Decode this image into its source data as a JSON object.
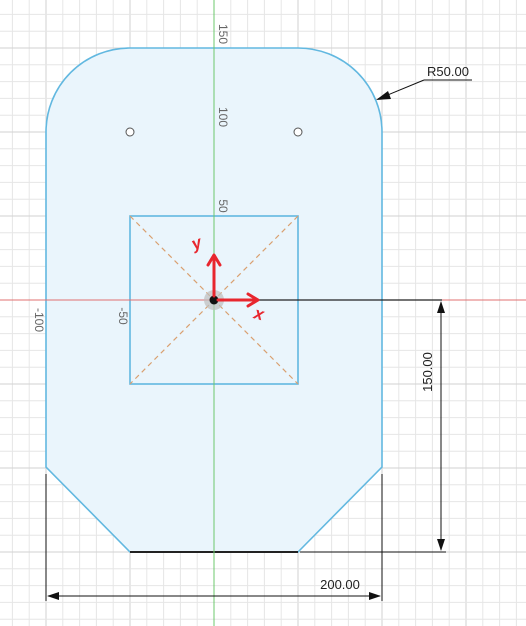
{
  "canvas": {
    "background": "#ffffff",
    "grid_minor_color": "#e6e6e6",
    "grid_major_color": "#d2d2d2"
  },
  "axes": {
    "x_axis_color": "#e07070",
    "y_axis_color": "#6cc86c",
    "tick_labels": {
      "y150": "150",
      "y100": "100",
      "y50": "50",
      "xm50": "-50",
      "xm100": "-100"
    }
  },
  "profile": {
    "fill_color": "#eaf5fc",
    "stroke_color": "#62b8e0",
    "bottom_edge_color": "#222222",
    "inner_square_stroke": "#62b8e0",
    "construction_line_color": "#d9a070",
    "hole_markers": 2
  },
  "dimensions": {
    "radius": "R50.00",
    "height": "150.00",
    "width": "200.00",
    "dimension_color": "#111111"
  },
  "origin_triad": {
    "axis_color": "#e8262e",
    "x_label": "x",
    "y_label": "y"
  }
}
